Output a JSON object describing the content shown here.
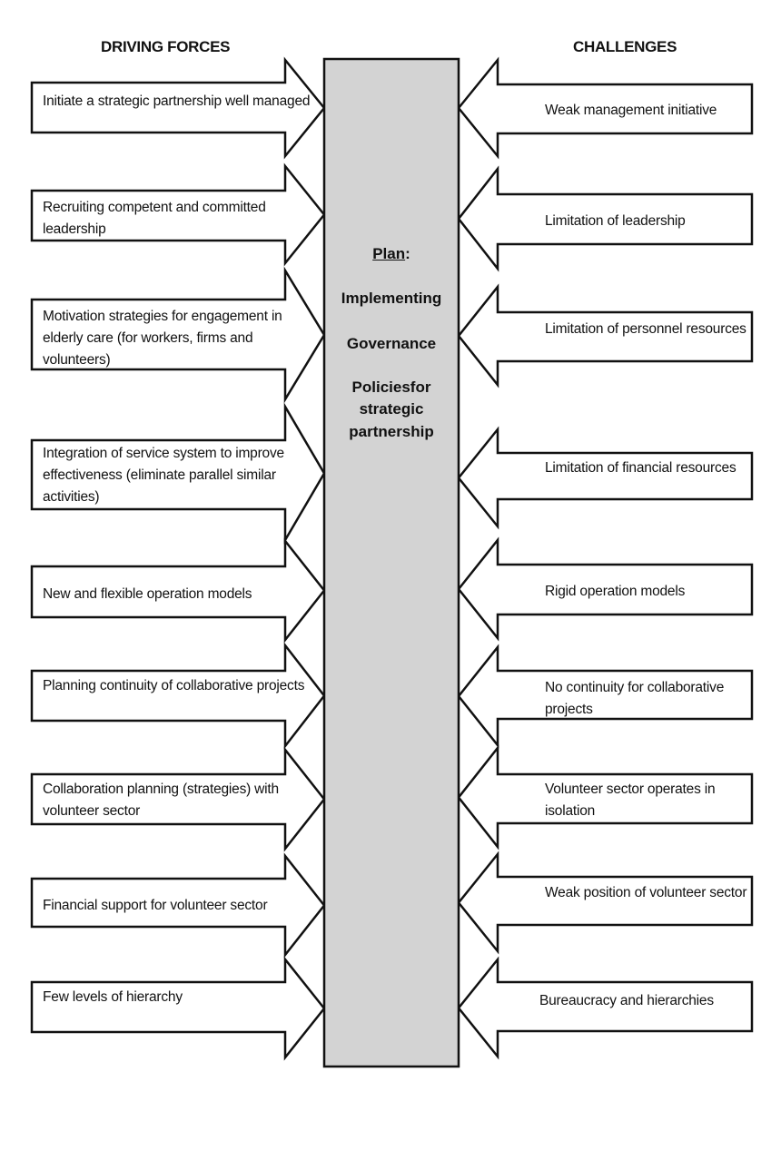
{
  "headings": {
    "left": "DRIVING FORCES",
    "right": "CHALLENGES"
  },
  "center": {
    "plan_word": "Plan",
    "plan_colon": ":",
    "line2": "Implementing",
    "line3": "Governance",
    "line4": "Policiesfor",
    "line5": "strategic",
    "line6": "partnership"
  },
  "driving_forces": [
    {
      "text": "Initiate a strategic partnership well managed"
    },
    {
      "text": "Recruiting competent and committed leadership"
    },
    {
      "text": "Motivation strategies for engagement in elderly care (for workers, firms and volunteers)"
    },
    {
      "text": "Integration of service system to improve effectiveness (eliminate parallel similar activities)"
    },
    {
      "text": "New  and flexible operation models"
    },
    {
      "text": "Planning continuity of collaborative projects"
    },
    {
      "text": "Collaboration planning (strategies) with volunteer sector"
    },
    {
      "text": "Financial support for volunteer sector"
    },
    {
      "text": "Few  levels of hierarchy"
    }
  ],
  "challenges": [
    {
      "text": "Weak management initiative"
    },
    {
      "text": "Limitation of leadership"
    },
    {
      "text": "Limitation of personnel resources"
    },
    {
      "text": "Limitation of financial resources"
    },
    {
      "text": "Rigid operation models"
    },
    {
      "text": "No continuity for collaborative projects"
    },
    {
      "text": "Volunteer sector operates in isolation"
    },
    {
      "text": "Weak position of volunteer sector"
    },
    {
      "text": "Bureaucracy and hierarchies"
    }
  ],
  "colors": {
    "center_fill": "#d3d3d3",
    "arrow_fill": "#ffffff",
    "stroke": "#111111"
  }
}
